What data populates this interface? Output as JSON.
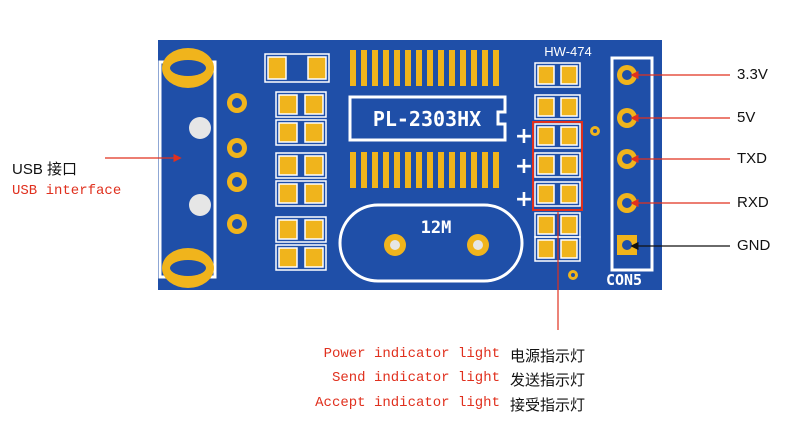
{
  "board": {
    "chip_label": "PL-2303HX",
    "crystal_label": "12M",
    "model_label": "HW-474",
    "connector_label": "CON5",
    "plus_signs": [
      "+",
      "+",
      "+"
    ]
  },
  "usb": {
    "label_cn": "USB 接口",
    "label_en": "USB interface"
  },
  "pins": [
    {
      "label": "3.3V"
    },
    {
      "label": "5V"
    },
    {
      "label": "TXD"
    },
    {
      "label": "RXD"
    },
    {
      "label": "GND"
    }
  ],
  "legend": [
    {
      "en": "Power indicator light",
      "cn": "电源指示灯"
    },
    {
      "en": "Send indicator light",
      "cn": "发送指示灯"
    },
    {
      "en": "Accept indicator light",
      "cn": "接受指示灯"
    }
  ],
  "colors": {
    "pcb": "#1f4fa8",
    "pad": "#f0b41c",
    "silk": "#ffffff",
    "arrow_red": "#e0301e",
    "arrow_black": "#111111"
  }
}
